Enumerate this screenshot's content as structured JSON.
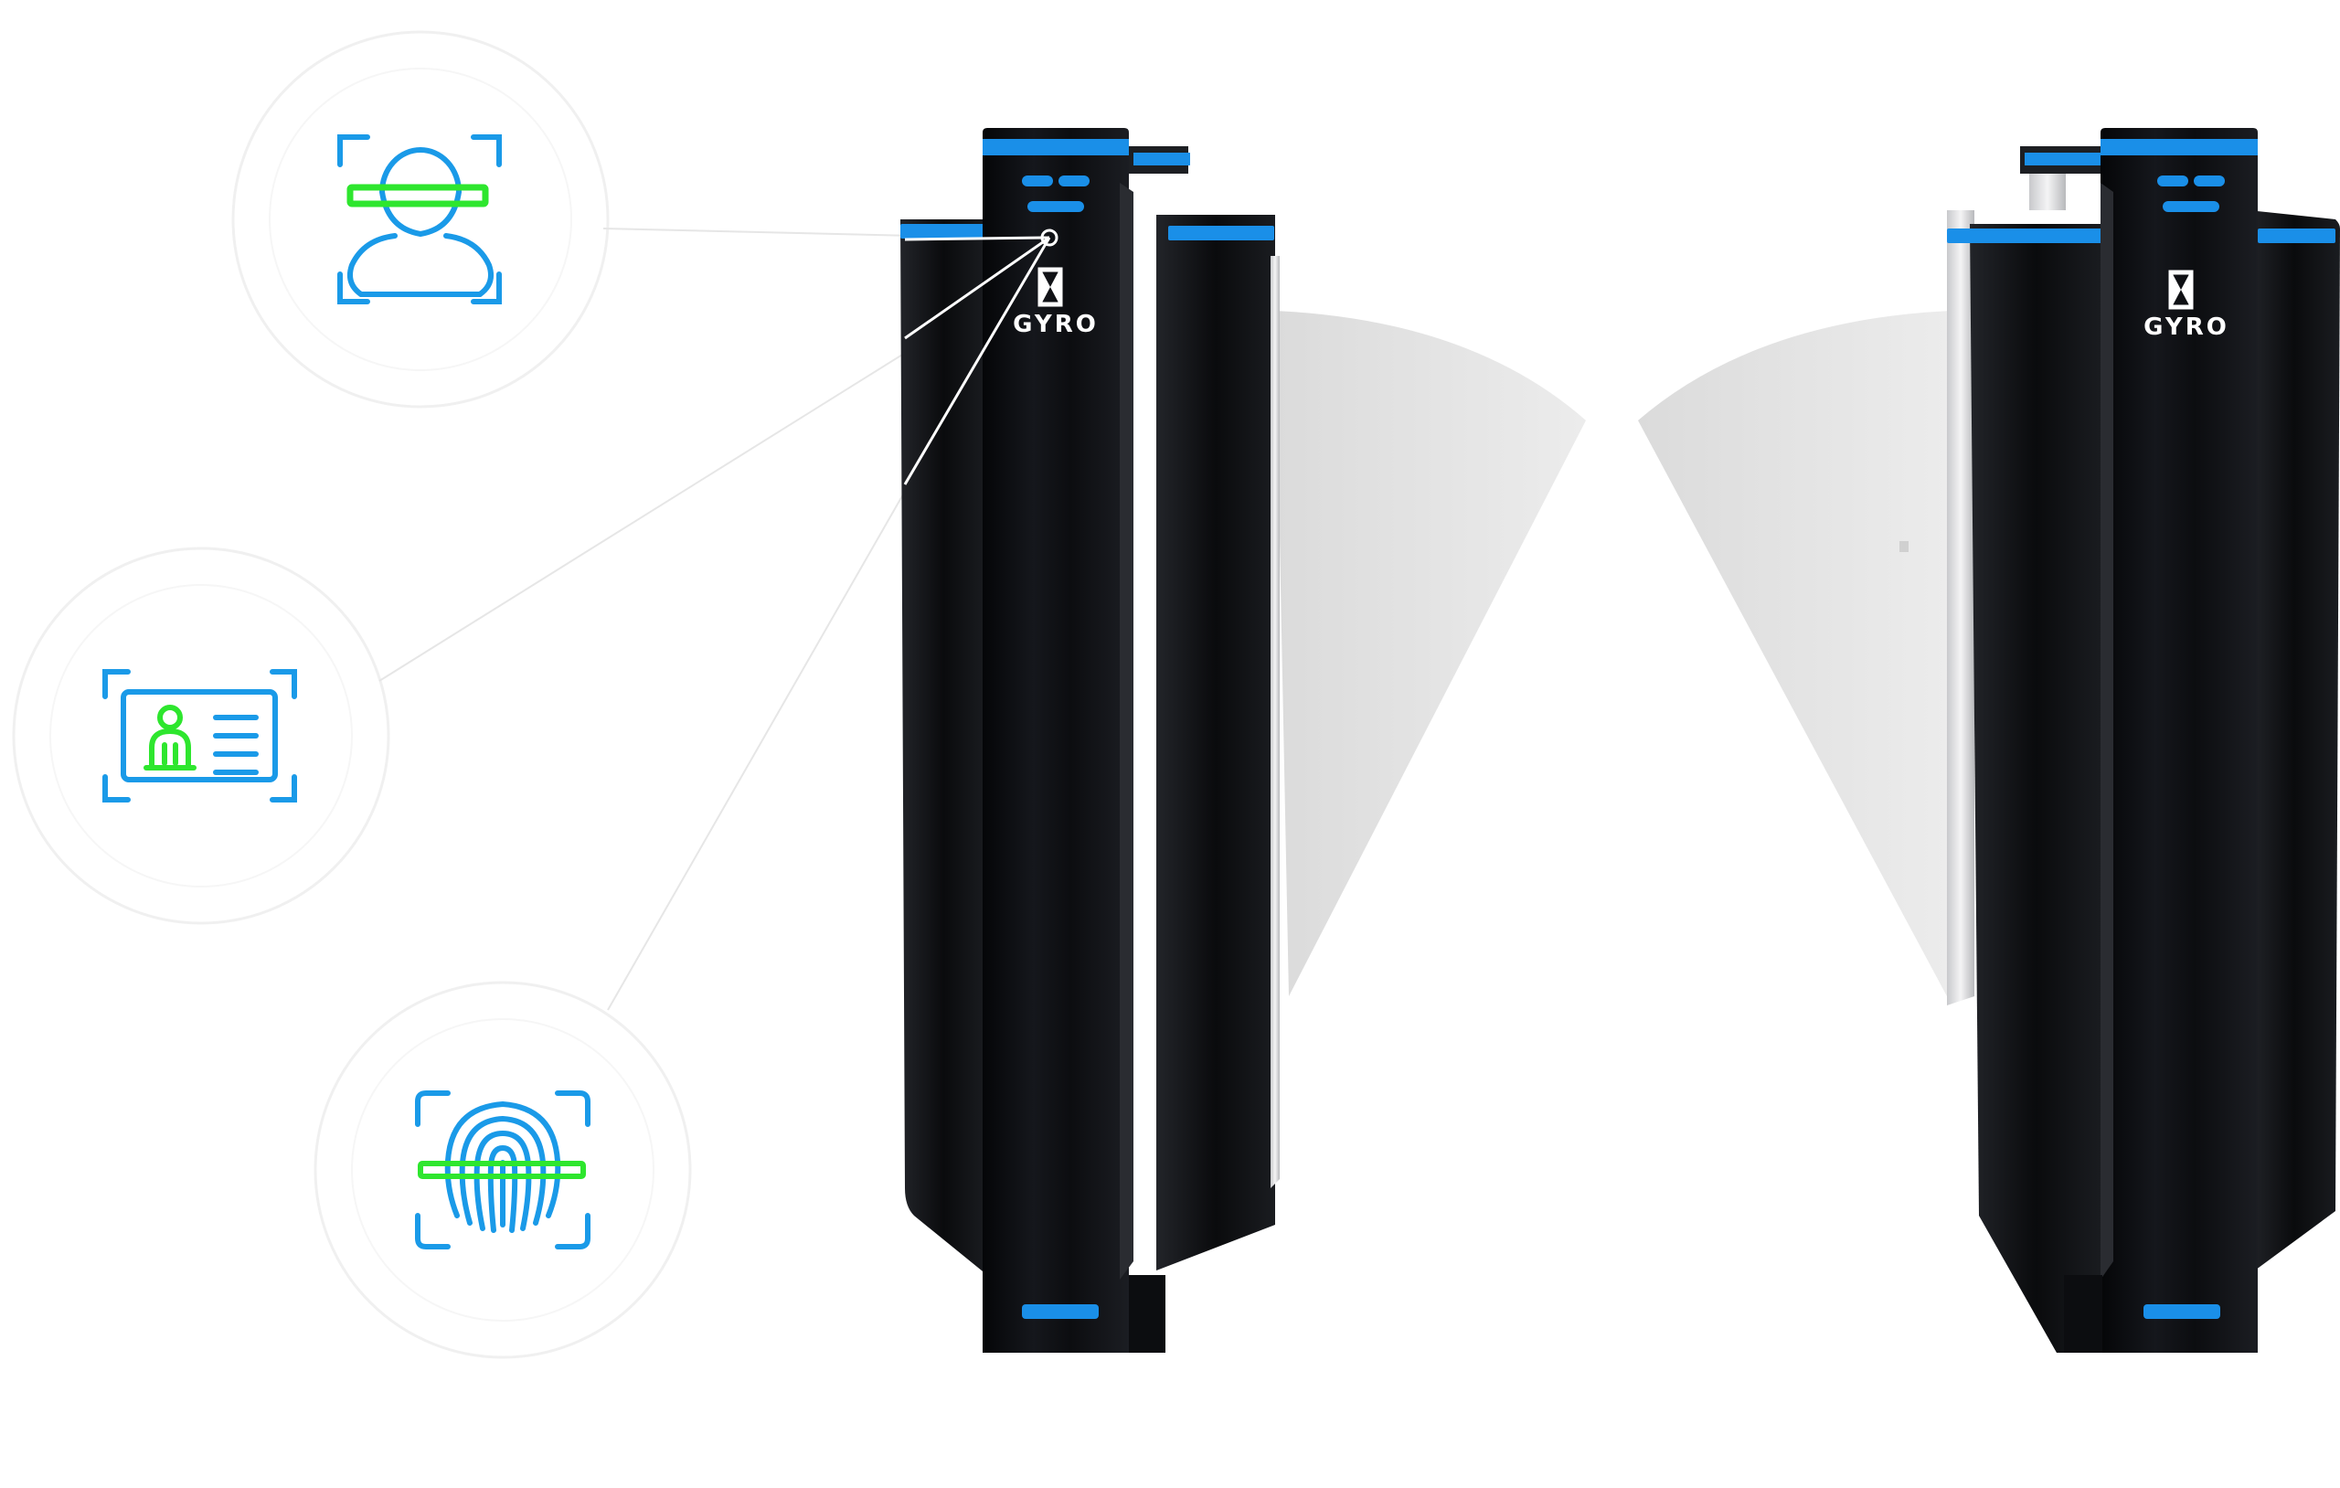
{
  "brand": {
    "name": "GYRO"
  },
  "colors": {
    "accent_blue": "#1a8fe8",
    "scan_green": "#2ee62e",
    "icon_blue": "#1a9ae8",
    "body_black": "#0b0c0f",
    "panel_grey": "#e4e4e4",
    "circle_border": "#eeeeee"
  },
  "auth_methods": [
    {
      "name": "face-recognition",
      "icon": "face-scan-icon"
    },
    {
      "name": "id-card",
      "icon": "id-card-icon"
    },
    {
      "name": "fingerprint",
      "icon": "fingerprint-scan-icon"
    }
  ],
  "gates": [
    {
      "name": "left-turnstile"
    },
    {
      "name": "right-turnstile"
    }
  ]
}
